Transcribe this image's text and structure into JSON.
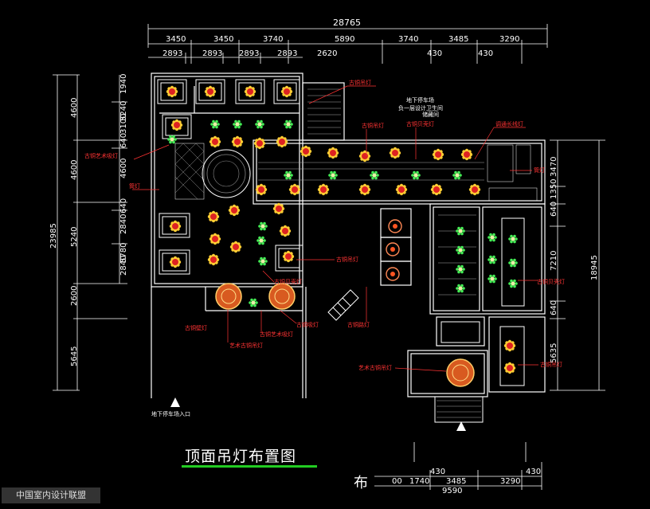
{
  "title": "顶面吊灯布置图",
  "partial_text": "布",
  "watermark": "中国室内设计联盟",
  "dims": {
    "overall_top": "28765",
    "top_row1": [
      "3450",
      "3450",
      "3740",
      "5890",
      "3740",
      "3485",
      "3290"
    ],
    "top_row2": [
      "2893",
      "2893",
      "2893",
      "2893",
      "2620",
      "430",
      "430"
    ],
    "left_overall": "23985",
    "left_col1": [
      "4600",
      "4600",
      "5240",
      "2600",
      "5645"
    ],
    "left_col2": [
      "1940",
      "5240",
      "3100",
      "640",
      "4600",
      "640",
      "2840",
      "5780",
      "2840"
    ],
    "right_col1": [
      "3470",
      "1350",
      "640",
      "7210",
      "640",
      "5635"
    ],
    "right_overall": "18945",
    "bottom_row": [
      "00",
      "1740",
      "3485",
      "3290"
    ],
    "bottom_extra": [
      "430",
      "430"
    ],
    "bottom_total": "9590"
  },
  "labels": {
    "gutong_diaodeng_1": "古铜吊灯",
    "underground_parking": "地下停车场",
    "restroom_note": "负一层设计卫生间",
    "restroom_sub": "储藏间",
    "gutong_diaodeng_2": "古铜吊灯",
    "gutong_beike_1": "古铜贝壳灯",
    "tiaodeng_changxian": "调通长线灯",
    "gutong_yishu_1": "古铜艺术吸灯",
    "jiangdeng": "筒灯",
    "jiangdeng_2": "筒灯",
    "gutong_diaodeng_3": "古铜吊灯",
    "gutong_beike_2": "古铜贝壳灯",
    "gutong_beike_3": "古铜贝壳灯",
    "gutong_xideng": "古铜吸灯",
    "gutong_yishu_2": "古铜艺术吸灯",
    "yishu_gutong": "艺术古铜吊灯",
    "gutong_bideng": "古铜壁灯",
    "gutong_bideng_2": "古铜路灯",
    "yishu_gutong_2": "艺术古铜吊灯",
    "gutong_diaodeng_4": "古铜吊灯",
    "parking_entrance": "地下停车场入口"
  },
  "colors": {
    "background": "#000000",
    "wall": "#ffffff",
    "dimension": "#ffffff",
    "label": "#ff3333",
    "lamp_red": "#dd2222",
    "lamp_gold": "#ffcc33",
    "lamp_green": "#44ee55",
    "hatch": "#888888",
    "title_underline": "#22cc22"
  },
  "icons": [
    "chandelier-icon",
    "green-lamp-icon",
    "triangle-marker-icon",
    "round-chandelier-icon"
  ]
}
